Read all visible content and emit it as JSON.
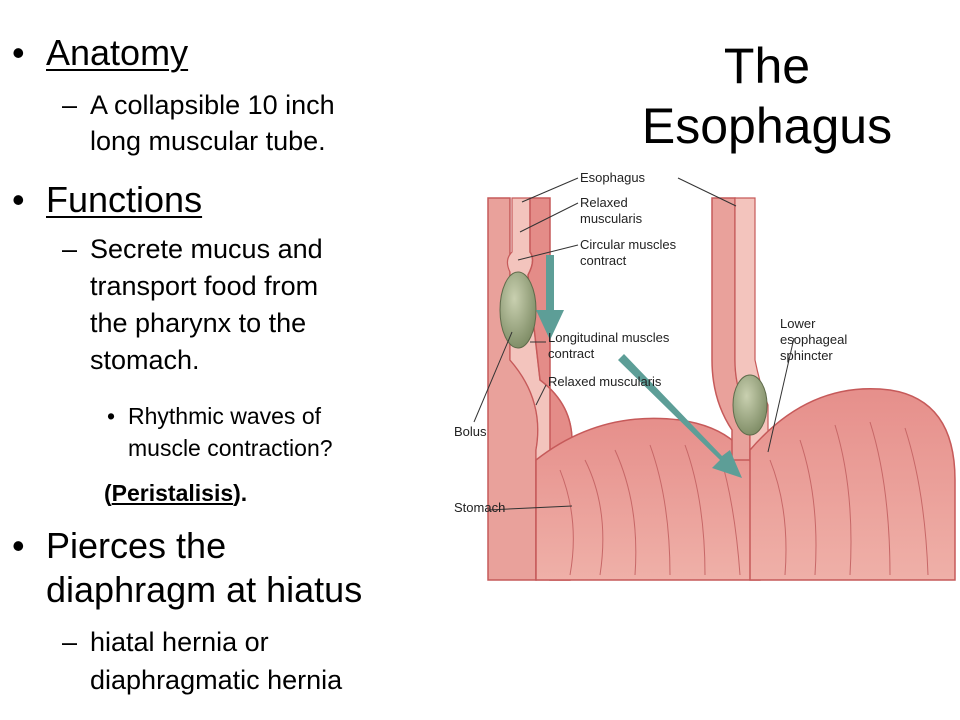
{
  "title": {
    "line1": "The",
    "line2": "Esophagus"
  },
  "bullets": {
    "anatomy": {
      "heading": "Anatomy",
      "sub": [
        "A collapsible 10 inch",
        "long muscular tube."
      ]
    },
    "functions": {
      "heading": "Functions",
      "sub": [
        "Secrete mucus and",
        "transport food from",
        "the pharynx to the",
        "stomach."
      ],
      "subsub": [
        "Rhythmic waves of",
        "muscle contraction?"
      ],
      "note": {
        "open": "(",
        "term": "Peristalisis",
        "close": ")."
      }
    },
    "hiatus": {
      "heading": [
        "Pierces the",
        "diaphragm at hiatus"
      ],
      "sub": [
        "hiatal hernia or",
        "diaphragmatic hernia"
      ]
    },
    "marks": {
      "bullet": "•",
      "dash": "–"
    }
  },
  "diagram": {
    "labels": {
      "esophagus": "Esophagus",
      "relaxed_1": "Relaxed",
      "relaxed_2": "muscularis",
      "circular_1": "Circular muscles",
      "circular_2": "contract",
      "longitudinal_1": "Longitudinal muscles",
      "longitudinal_2": "contract",
      "relaxed_muscularis": "Relaxed muscularis",
      "bolus": "Bolus",
      "stomach": "Stomach",
      "lower_1": "Lower",
      "lower_2": "esophageal",
      "lower_3": "sphincter"
    },
    "colors": {
      "tissue": "#e9a19b",
      "tissue_dark": "#c9595a",
      "lumen": "#f6d2cb",
      "bolus": "#9aa781",
      "arrow": "#5d9e97"
    }
  }
}
